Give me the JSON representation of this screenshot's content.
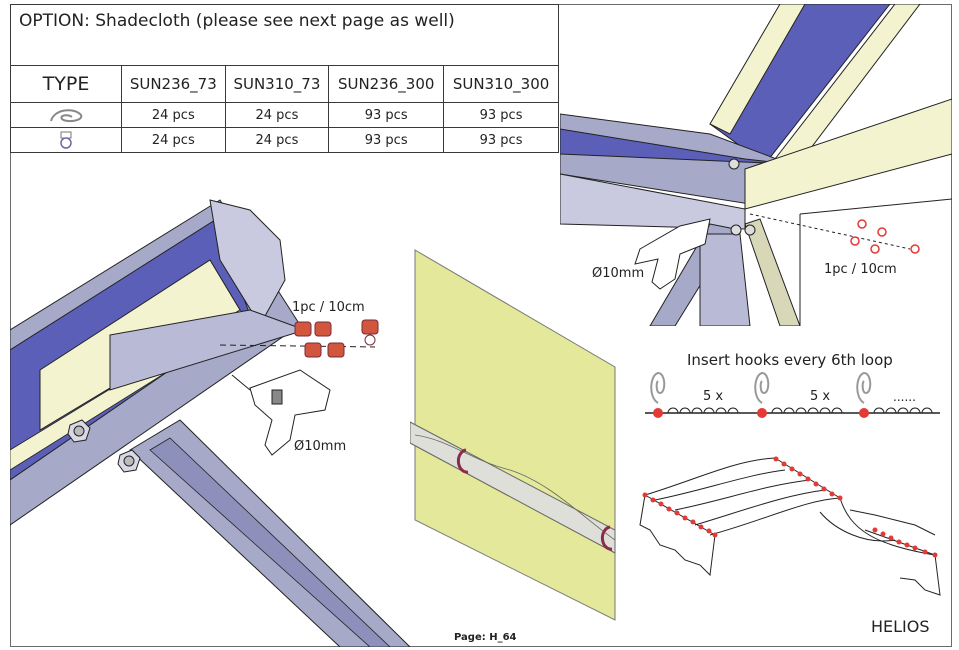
{
  "document": {
    "title": "OPTION: Shadecloth (please see next page as well)",
    "page_label": "Page: H_64",
    "brand": "HELIOS"
  },
  "table": {
    "type_header": "TYPE",
    "columns": [
      "SUN236_73",
      "SUN310_73",
      "SUN236_300",
      "SUN310_300"
    ],
    "rows": [
      {
        "icon": "hook-clip-icon",
        "values": [
          "24 pcs",
          "24 pcs",
          "93 pcs",
          "93 pcs"
        ]
      },
      {
        "icon": "eyelet-clip-icon",
        "values": [
          "24 pcs",
          "24 pcs",
          "93 pcs",
          "93 pcs"
        ]
      }
    ]
  },
  "left_illustration": {
    "spacing_label": "1pc / 10cm",
    "drill_label": "Ø10mm"
  },
  "right_illustration": {
    "spacing_label": "1pc / 10cm",
    "drill_label": "Ø10mm"
  },
  "hook_diagram": {
    "title": "Insert hooks every 6th loop",
    "gap_label_1": "5 x",
    "gap_label_2": "5 x",
    "continuation": "......"
  },
  "colors": {
    "frame_blue": "#5b5fb8",
    "frame_grey": "#a7a9c9",
    "panel_cream": "#f3f3cf",
    "cloth_yellow": "#e4e89a",
    "clip_red": "#e53935",
    "hook_maroon": "#8b2a4a"
  }
}
